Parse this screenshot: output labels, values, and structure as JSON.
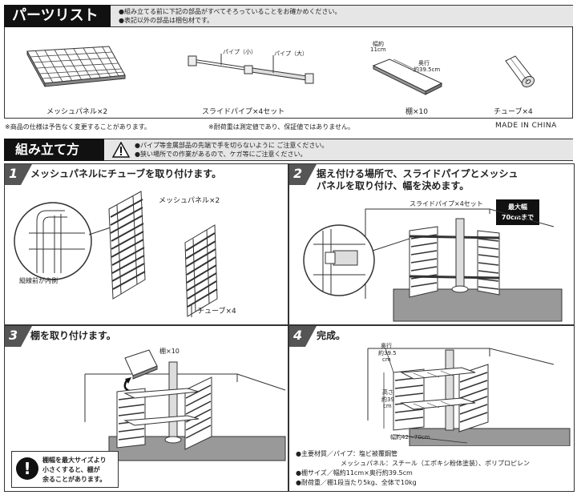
{
  "parts_section": {
    "title": "パーツリスト",
    "notes": [
      "●組み立てる前に下記の部品がすべてそろっていることをお確かめください。",
      "●表記以外の部品は梱包材です。"
    ],
    "items": [
      {
        "label": "メッシュパネル×2"
      },
      {
        "label": "スライドパイプ×4セット",
        "sub_labels": [
          "パイプ（小）",
          "パイプ（大）"
        ]
      },
      {
        "label": "棚×10",
        "sub_labels": [
          "幅約",
          "11cm",
          "奥行",
          "約39.5cm"
        ]
      },
      {
        "label": "チューブ×4"
      }
    ],
    "footnote_left": "※商品の仕様は予告なく変更することがあります。",
    "footnote_mid": "※耐荷重は測定値であり、保証値ではありません。",
    "made_in": "MADE IN CHINA"
  },
  "assembly_section": {
    "title": "組み立て方",
    "warnings": [
      "●パイプ等金属部品の先端で手を切らないように ご注意ください。",
      "●狭い場所での作業があるので、ケガ等にご注意ください。"
    ]
  },
  "steps": [
    {
      "num": "1",
      "title": "メッシュパネルにチューブを取り付けます。",
      "labels": [
        "メッシュパネル×2",
        "縦線前が内側",
        "チューブ×4"
      ]
    },
    {
      "num": "2",
      "title_lines": [
        "据え付ける場所で、スライドパイプとメッシュ",
        "パネルを取り付け、幅を決めます。"
      ],
      "labels": [
        "スライドパイプ×4セット"
      ],
      "badge_lines": [
        "最大幅",
        "70cmまで"
      ]
    },
    {
      "num": "3",
      "title": "棚を取り付けます。",
      "labels": [
        "棚×10"
      ],
      "caution_lines": [
        "棚幅を最大サイズより",
        "小さくすると、棚が",
        "余ることがあります。"
      ]
    },
    {
      "num": "4",
      "title": "完成。",
      "dims": [
        "奥行",
        "約39.5",
        "cm",
        "高さ",
        "約39",
        "cm",
        "幅約42〜70cm"
      ],
      "specs": [
        "●主要材質／パイプ：塩ビ被覆鋼管",
        "メッシュパネル：スチール（エポキシ粉体塗装）、ポリプロピレン",
        "●棚サイズ／幅約11cm×奥行約39.5cm",
        "●耐荷重／棚1段当たり5kg、全体で10kg"
      ]
    }
  ]
}
